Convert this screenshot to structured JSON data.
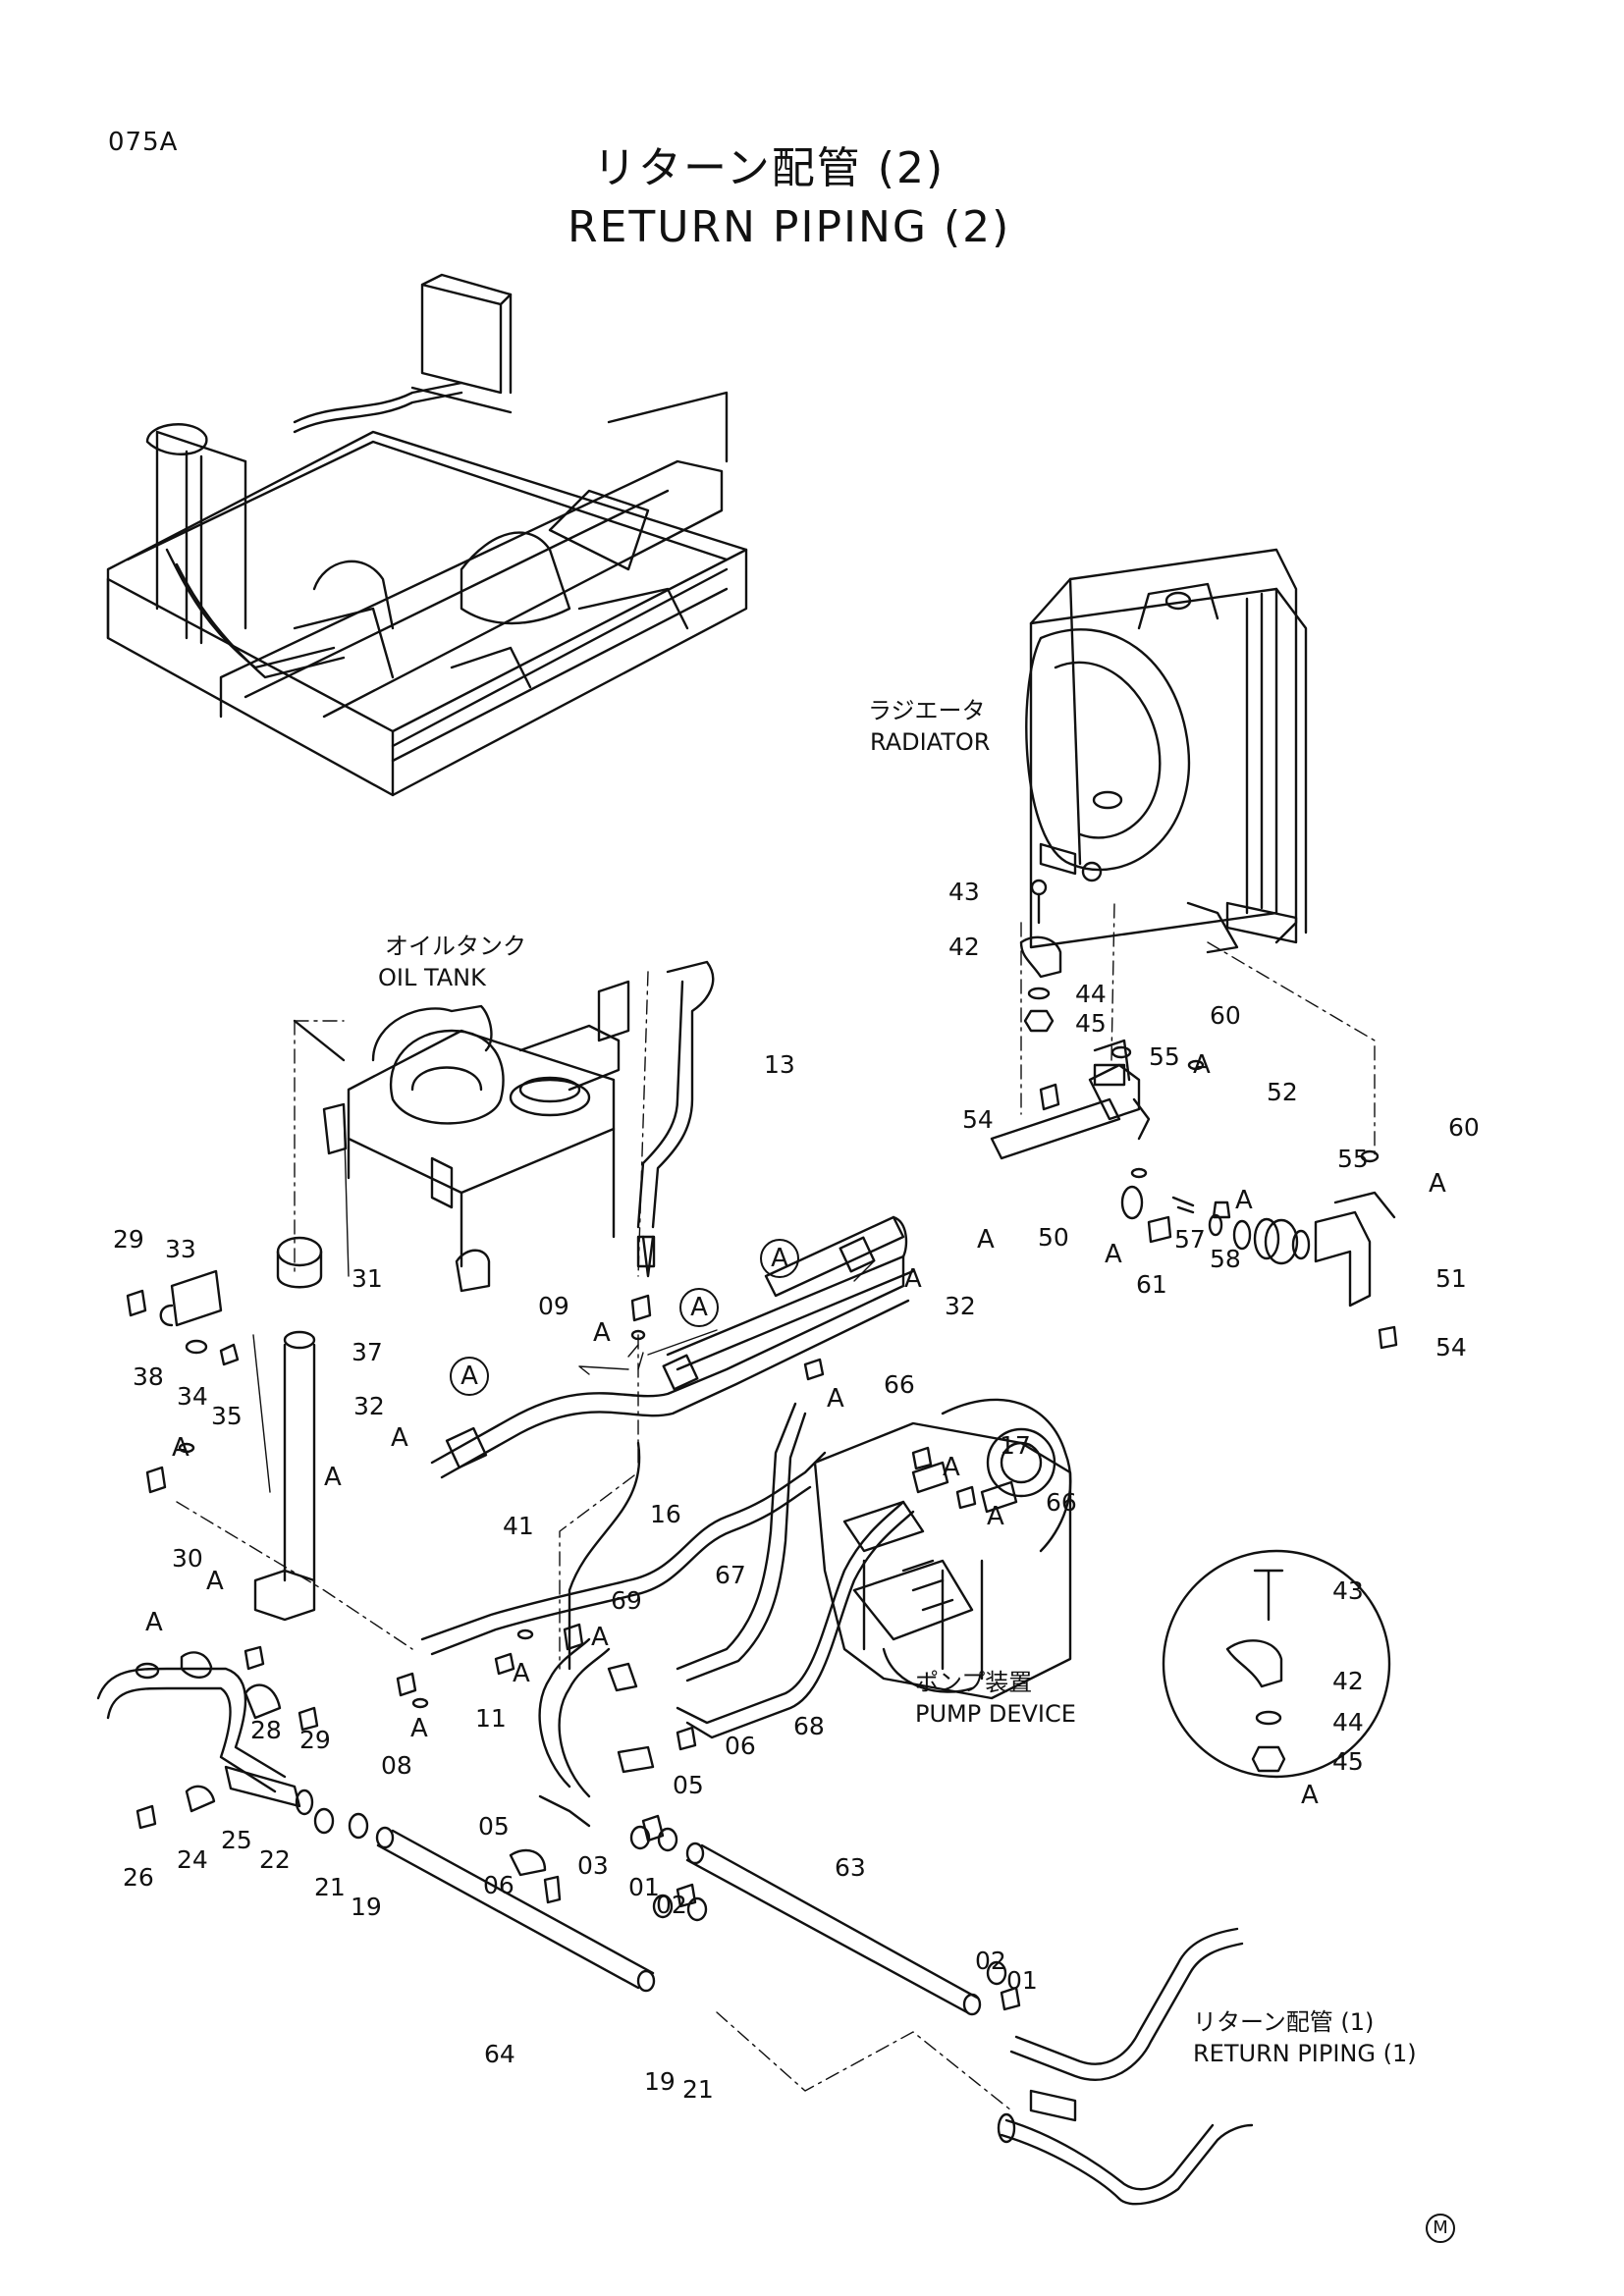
{
  "page_code": "075A",
  "title_ja": "リターン配管 (2)",
  "title_en": "RETURN PIPING (2)",
  "labels": {
    "radiator_ja": "ラジエータ",
    "radiator_en": "RADIATOR",
    "oil_tank_ja": "オイルタンク",
    "oil_tank_en": "OIL TANK",
    "pump_ja": "ポンプ装置",
    "pump_en": "PUMP DEVICE",
    "return1_ja": "リターン配管 (1)",
    "return1_en": "RETURN PIPING (1)"
  },
  "detail": {
    "caption": "A",
    "parts": [
      "43",
      "42",
      "44",
      "45"
    ]
  },
  "callout_letter": "A",
  "mark": "M",
  "part_numbers": [
    "43",
    "42",
    "44",
    "45",
    "55",
    "60",
    "54",
    "52",
    "55",
    "60",
    "50",
    "57",
    "58",
    "61",
    "51",
    "54",
    "13",
    "29",
    "33",
    "31",
    "37",
    "38",
    "34",
    "35",
    "32",
    "32",
    "41",
    "09",
    "66",
    "17",
    "66",
    "16",
    "67",
    "69",
    "30",
    "28",
    "29",
    "11",
    "08",
    "68",
    "06",
    "05",
    "05",
    "03",
    "01",
    "02",
    "26",
    "24",
    "25",
    "22",
    "21",
    "19",
    "63",
    "06",
    "64",
    "19",
    "21",
    "02",
    "01"
  ]
}
